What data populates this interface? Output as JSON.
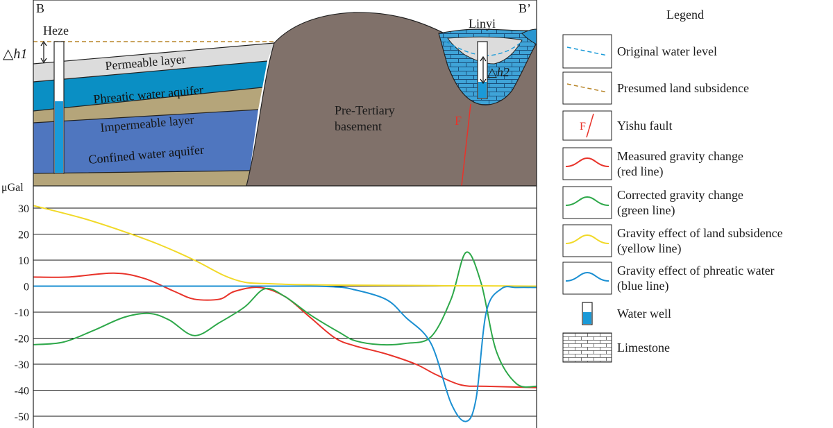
{
  "section": {
    "left_label": "B",
    "right_label": "B’",
    "delta_h1_label": "△h1",
    "delta_h2_label": "△h2",
    "well_left_label": "Heze",
    "well_right_label": "Linyi",
    "layers": [
      "Permeable layer",
      "Phreatic water  aquifer",
      "Impermeable layer",
      "Confined water  aquifer"
    ],
    "basement_label_1": "Pre-Tertiary",
    "basement_label_2": "basement",
    "fault_label": "F",
    "colors": {
      "permeable": "#dcdcdc",
      "phreatic": "#0a8fc4",
      "impermeable": "#b5a57a",
      "confined": "#4f76bf",
      "basement": "#80716a",
      "limestone": "#3fa4d8",
      "fault": "#e8332a",
      "water": "#1a9ad8",
      "subsidence_line": "#b8862a"
    }
  },
  "legend": {
    "title": "Legend",
    "items": [
      {
        "icon": "blue-dashed-line-icon",
        "lines": [
          "Original water level"
        ]
      },
      {
        "icon": "brown-dashed-line-icon",
        "lines": [
          "Presumed land subsidence"
        ]
      },
      {
        "icon": "fault-line-icon",
        "glyph": "F",
        "lines": [
          "Yishu fault"
        ]
      },
      {
        "icon": "red-curve-icon",
        "lines": [
          "Measured gravity change",
          "(red line)"
        ]
      },
      {
        "icon": "green-curve-icon",
        "lines": [
          "Corrected gravity change",
          "(green line)"
        ]
      },
      {
        "icon": "yellow-curve-icon",
        "lines": [
          "Gravity effect of land subsidence",
          "(yellow line)"
        ]
      },
      {
        "icon": "blue-curve-icon",
        "lines": [
          "Gravity effect of phreatic water",
          "(blue line)"
        ]
      },
      {
        "icon": "water-well-icon",
        "lines": [
          "Water well"
        ]
      },
      {
        "icon": "limestone-icon",
        "lines": [
          "Limestone"
        ]
      }
    ]
  },
  "chart_data": {
    "type": "line",
    "ylabel": "μGal",
    "ylim": [
      -50,
      30
    ],
    "yticks": [
      "30",
      "20",
      "10",
      "0",
      "-10",
      "-20",
      "-30",
      "-40",
      "-50"
    ],
    "ytick_values": [
      30,
      20,
      10,
      0,
      -10,
      -20,
      -30,
      -40,
      -50
    ],
    "xlim": [
      0,
      100
    ],
    "grid": true,
    "series": [
      {
        "color": "#e8332a",
        "x": [
          0,
          7,
          16,
          22,
          28,
          32,
          37,
          40,
          45,
          50,
          55,
          60,
          64,
          70,
          76,
          80,
          85,
          90,
          100
        ],
        "y": [
          3.5,
          3.5,
          5,
          3,
          -2,
          -5,
          -5,
          -2,
          -0.5,
          -4,
          -12,
          -20,
          -23,
          -26,
          -30,
          -34,
          -38,
          -38.5,
          -39
        ]
      },
      {
        "color": "#2ea84a",
        "x": [
          0,
          6,
          12,
          18,
          23,
          27,
          32,
          37,
          42,
          46,
          50,
          55,
          61,
          64,
          69,
          74,
          79,
          83,
          86,
          89,
          92,
          96,
          100
        ],
        "y": [
          -22.5,
          -21.5,
          -17,
          -12,
          -10.5,
          -13,
          -19,
          -14,
          -8,
          -1,
          -4,
          -11,
          -18,
          -21,
          -22.5,
          -22,
          -19.5,
          -5,
          13,
          1,
          -25,
          -37.5,
          -38.5
        ]
      },
      {
        "color": "#f1d928",
        "x": [
          0,
          10,
          18,
          25,
          32,
          38,
          42,
          46,
          52,
          60,
          70,
          80,
          90,
          100
        ],
        "y": [
          31,
          26,
          21,
          16,
          10,
          4,
          1.5,
          1,
          0.6,
          0.4,
          0.3,
          0.2,
          0.1,
          0
        ]
      },
      {
        "color": "#1b8fd2",
        "x": [
          0,
          40,
          55,
          60,
          63,
          70,
          74,
          79,
          83,
          86,
          88,
          90,
          93,
          96,
          100
        ],
        "y": [
          0,
          0,
          0,
          -0.3,
          -1,
          -5,
          -12,
          -22,
          -45,
          -52,
          -43,
          -10,
          -1,
          -0.5,
          -0.5
        ]
      }
    ]
  }
}
